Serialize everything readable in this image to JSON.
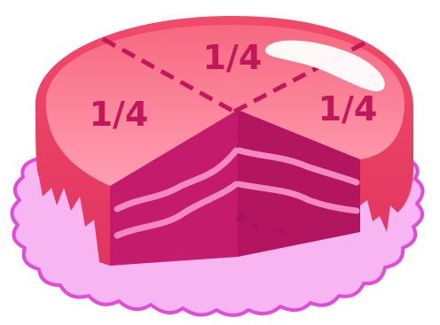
{
  "labels": {
    "quarter_left": "1/4",
    "quarter_top": "1/4",
    "quarter_right": "1/4"
  },
  "colors": {
    "doily_fill": "#f7b6f2",
    "doily_stroke": "#e14bd6",
    "glaze_main": "#f24a6a",
    "glaze_top_light": "#ff9bb0",
    "glaze_top_mid": "#f7687f",
    "glaze_side": "#e83a60",
    "cake_cut": "#c51b6c",
    "cake_cut_dark": "#a9125b",
    "cream_stripe": "#f28ac1",
    "divider_dashes": "#c2185b",
    "fraction_text": "#c2185b",
    "highlight": "#ffffff"
  }
}
